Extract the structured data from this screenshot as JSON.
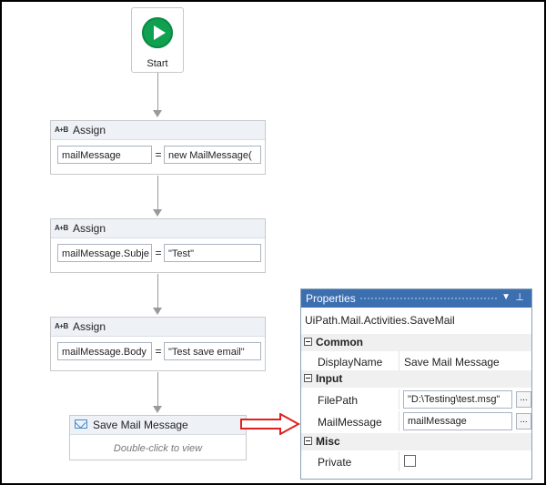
{
  "start": {
    "label": "Start"
  },
  "assigns": [
    {
      "title": "Assign",
      "to": "mailMessage",
      "value": "new MailMessage("
    },
    {
      "title": "Assign",
      "to": "mailMessage.Subje",
      "value": "\"Test\""
    },
    {
      "title": "Assign",
      "to": "mailMessage.Body",
      "value": "\"Test save email\""
    }
  ],
  "assign_icon": "A+B",
  "equals": "=",
  "save_mail": {
    "title": "Save Mail Message",
    "hint": "Double-click to view"
  },
  "properties": {
    "title": "Properties",
    "subtitle": "UiPath.Mail.Activities.SaveMail",
    "sections": {
      "common": "Common",
      "input": "Input",
      "misc": "Misc"
    },
    "display_name": {
      "key": "DisplayName",
      "value": "Save Mail Message"
    },
    "file_path": {
      "key": "FilePath",
      "value": "\"D:\\Testing\\test.msg\""
    },
    "mail_message": {
      "key": "MailMessage",
      "value": "mailMessage"
    },
    "private": {
      "key": "Private"
    },
    "ellipsis": "..."
  },
  "colors": {
    "accent": "#3c6fb0",
    "start": "#0fa150",
    "arrow": "#e02020"
  }
}
